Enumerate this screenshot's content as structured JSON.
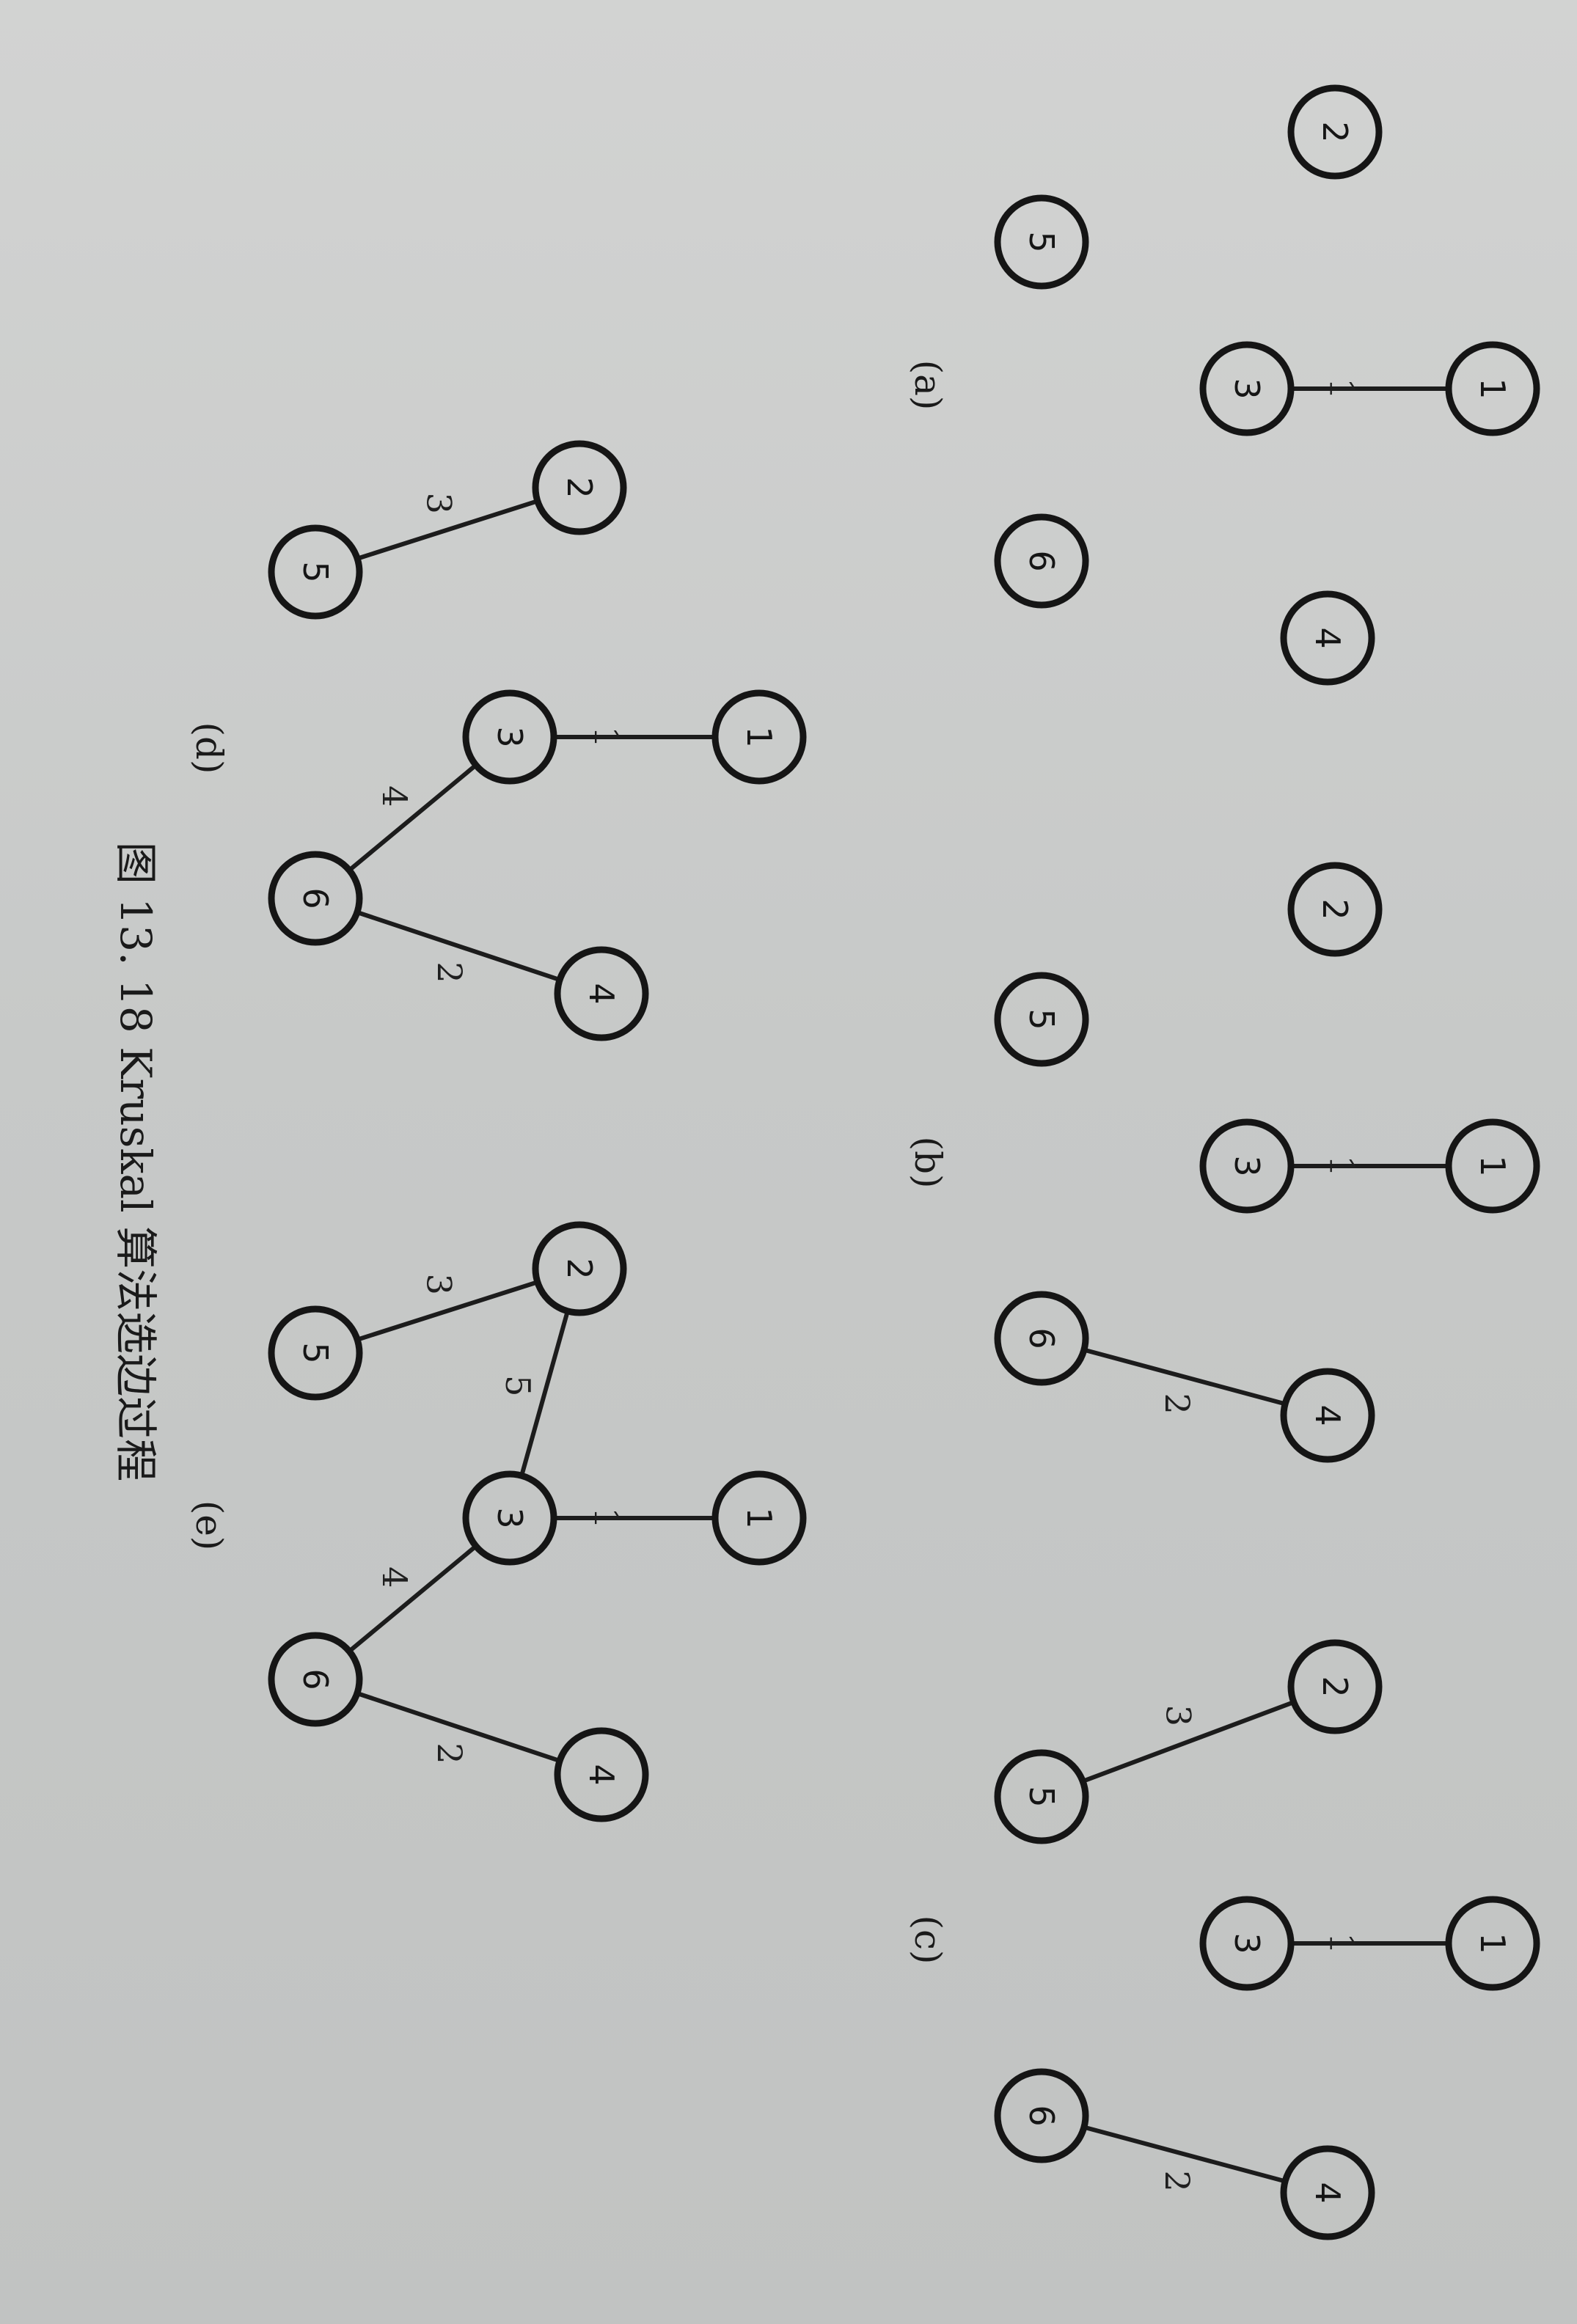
{
  "caption": "图 13. 18   Kruskal 算法选边过程",
  "colors": {
    "paper": "#c6c8c7",
    "ink": "#151515"
  },
  "panels": [
    {
      "label": "(a)",
      "nodes": [
        {
          "id": "1",
          "label": "1"
        },
        {
          "id": "2",
          "label": "2"
        },
        {
          "id": "3",
          "label": "3"
        },
        {
          "id": "4",
          "label": "4"
        },
        {
          "id": "5",
          "label": "5"
        },
        {
          "id": "6",
          "label": "6"
        }
      ],
      "edges": [
        {
          "from": "1",
          "to": "3",
          "weight": "1"
        }
      ]
    },
    {
      "label": "(b)",
      "nodes": [
        {
          "id": "1",
          "label": "1"
        },
        {
          "id": "2",
          "label": "2"
        },
        {
          "id": "3",
          "label": "3"
        },
        {
          "id": "4",
          "label": "4"
        },
        {
          "id": "5",
          "label": "5"
        },
        {
          "id": "6",
          "label": "6"
        }
      ],
      "edges": [
        {
          "from": "1",
          "to": "3",
          "weight": "1"
        },
        {
          "from": "4",
          "to": "6",
          "weight": "2"
        }
      ]
    },
    {
      "label": "(c)",
      "nodes": [
        {
          "id": "1",
          "label": "1"
        },
        {
          "id": "2",
          "label": "2"
        },
        {
          "id": "3",
          "label": "3"
        },
        {
          "id": "4",
          "label": "4"
        },
        {
          "id": "5",
          "label": "5"
        },
        {
          "id": "6",
          "label": "6"
        }
      ],
      "edges": [
        {
          "from": "1",
          "to": "3",
          "weight": "1"
        },
        {
          "from": "4",
          "to": "6",
          "weight": "2"
        },
        {
          "from": "2",
          "to": "5",
          "weight": "3"
        }
      ]
    },
    {
      "label": "(d)",
      "nodes": [
        {
          "id": "1",
          "label": "1"
        },
        {
          "id": "2",
          "label": "2"
        },
        {
          "id": "3",
          "label": "3"
        },
        {
          "id": "4",
          "label": "4"
        },
        {
          "id": "5",
          "label": "5"
        },
        {
          "id": "6",
          "label": "6"
        }
      ],
      "edges": [
        {
          "from": "1",
          "to": "3",
          "weight": "1"
        },
        {
          "from": "4",
          "to": "6",
          "weight": "2"
        },
        {
          "from": "2",
          "to": "5",
          "weight": "3"
        },
        {
          "from": "3",
          "to": "6",
          "weight": "4"
        }
      ]
    },
    {
      "label": "(e)",
      "nodes": [
        {
          "id": "1",
          "label": "1"
        },
        {
          "id": "2",
          "label": "2"
        },
        {
          "id": "3",
          "label": "3"
        },
        {
          "id": "4",
          "label": "4"
        },
        {
          "id": "5",
          "label": "5"
        },
        {
          "id": "6",
          "label": "6"
        }
      ],
      "edges": [
        {
          "from": "1",
          "to": "3",
          "weight": "1"
        },
        {
          "from": "4",
          "to": "6",
          "weight": "2"
        },
        {
          "from": "2",
          "to": "5",
          "weight": "3"
        },
        {
          "from": "3",
          "to": "6",
          "weight": "4"
        },
        {
          "from": "2",
          "to": "3",
          "weight": "5"
        }
      ]
    }
  ]
}
